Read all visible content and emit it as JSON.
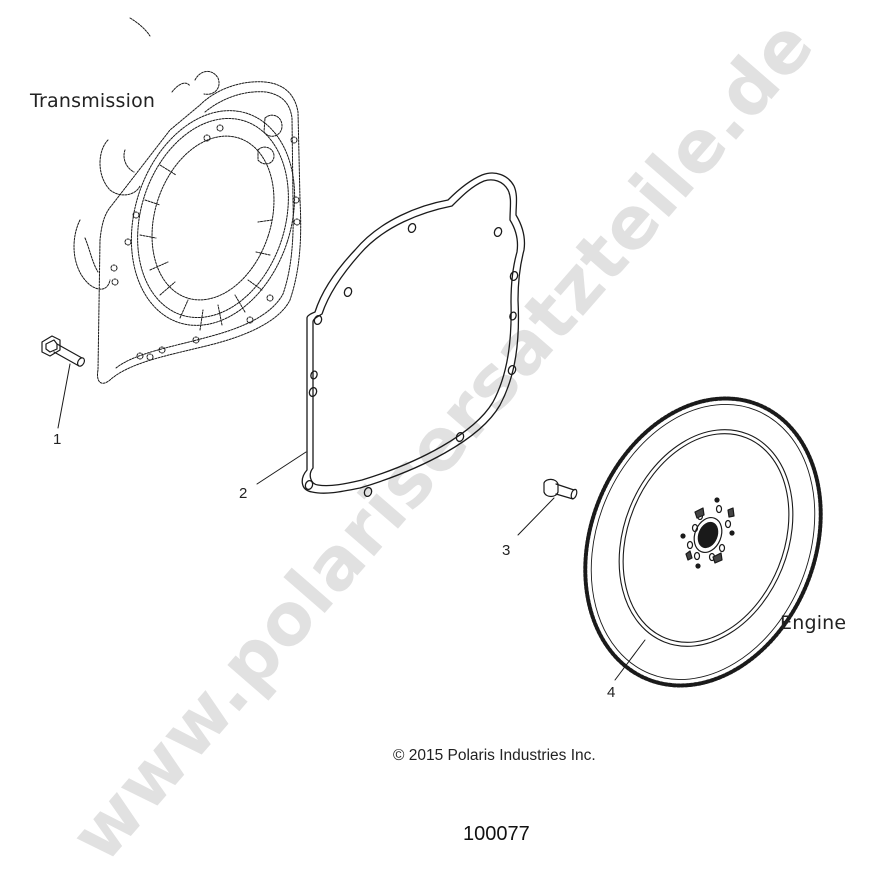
{
  "diagram": {
    "figure_id": "100077",
    "copyright": "© 2015 Polaris Industries Inc.",
    "watermark": "www.polarisersatzteile.de",
    "region_labels": {
      "transmission": "Transmission",
      "engine": "Engine"
    },
    "callouts": [
      {
        "number": "1",
        "part": "bolt-long-flanged"
      },
      {
        "number": "2",
        "part": "gasket"
      },
      {
        "number": "3",
        "part": "bolt-short"
      },
      {
        "number": "4",
        "part": "flywheel-ring-gear"
      }
    ],
    "colors": {
      "line": "#1a1a1a",
      "watermark": "#d6d6d6",
      "background": "#ffffff"
    }
  }
}
